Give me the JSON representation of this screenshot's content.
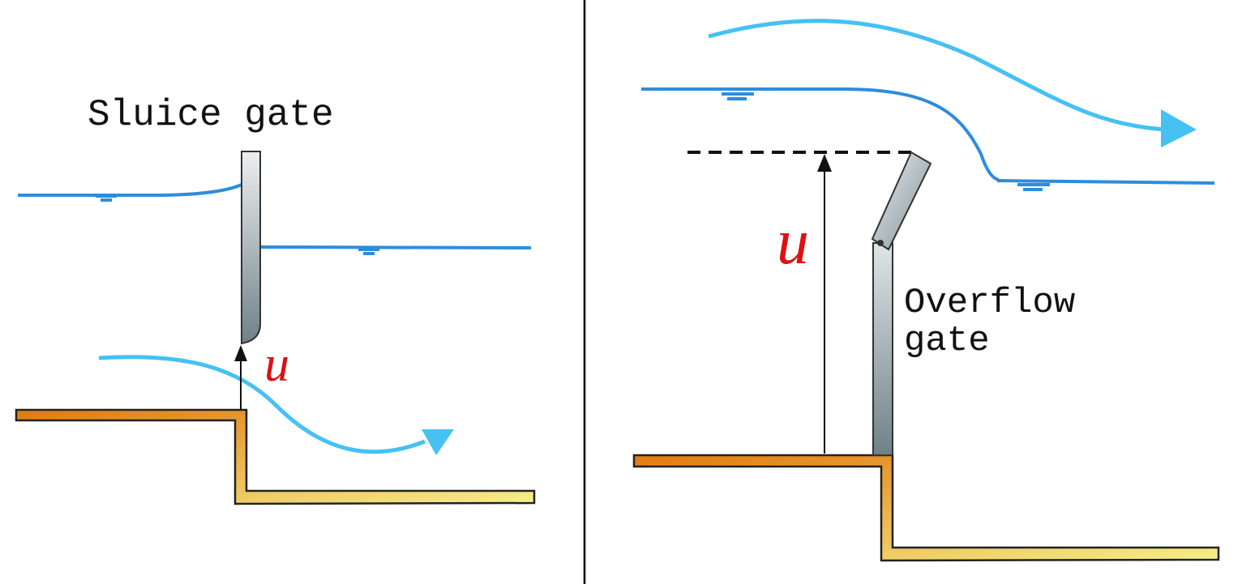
{
  "left_panel": {
    "title": "Sluice gate",
    "variable": "u"
  },
  "right_panel": {
    "title_line1": "Overflow",
    "title_line2": "gate",
    "variable": "u"
  },
  "colors": {
    "water_surface": "#2e8ddc",
    "flow_arrow": "#45c1f2",
    "variable_label": "#dd1111",
    "floor_orange": "#e07a10",
    "floor_yellow": "#f6ef8a",
    "gate_light": "#eceff0",
    "gate_dark": "#6f8188",
    "divider": "#000000"
  },
  "icons": {
    "water_level": "water-level-marker-icon",
    "flow": "flow-arrow-icon",
    "measure": "measure-arrow-icon"
  }
}
